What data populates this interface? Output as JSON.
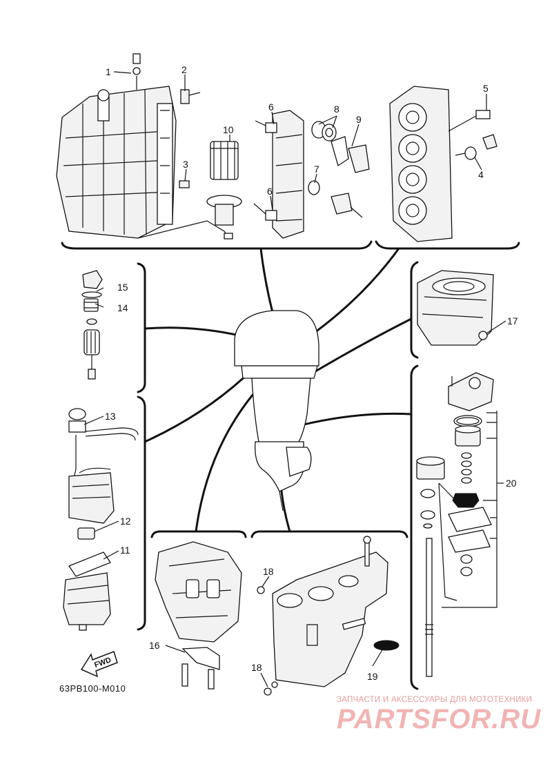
{
  "diagram": {
    "reference_code": "63PB100-M010",
    "fwd_label": "FWD",
    "callouts": {
      "c1": "1",
      "c2": "2",
      "c3": "3",
      "c4": "4",
      "c5": "5",
      "c6a": "6",
      "c6b": "6",
      "c7": "7",
      "c8": "8",
      "c9": "9",
      "c10": "10",
      "c11": "11",
      "c12": "12",
      "c13": "13",
      "c14": "14",
      "c15": "15",
      "c16": "16",
      "c17": "17",
      "c18a": "18",
      "c18b": "18",
      "c19": "19",
      "c20": "20"
    }
  },
  "watermark": {
    "tagline": "ЗАПЧАСТИ И АКСЕССУАРЫ ДЛЯ МОТОТЕХНИКИ",
    "logo": "PARTSFOR.RU"
  }
}
